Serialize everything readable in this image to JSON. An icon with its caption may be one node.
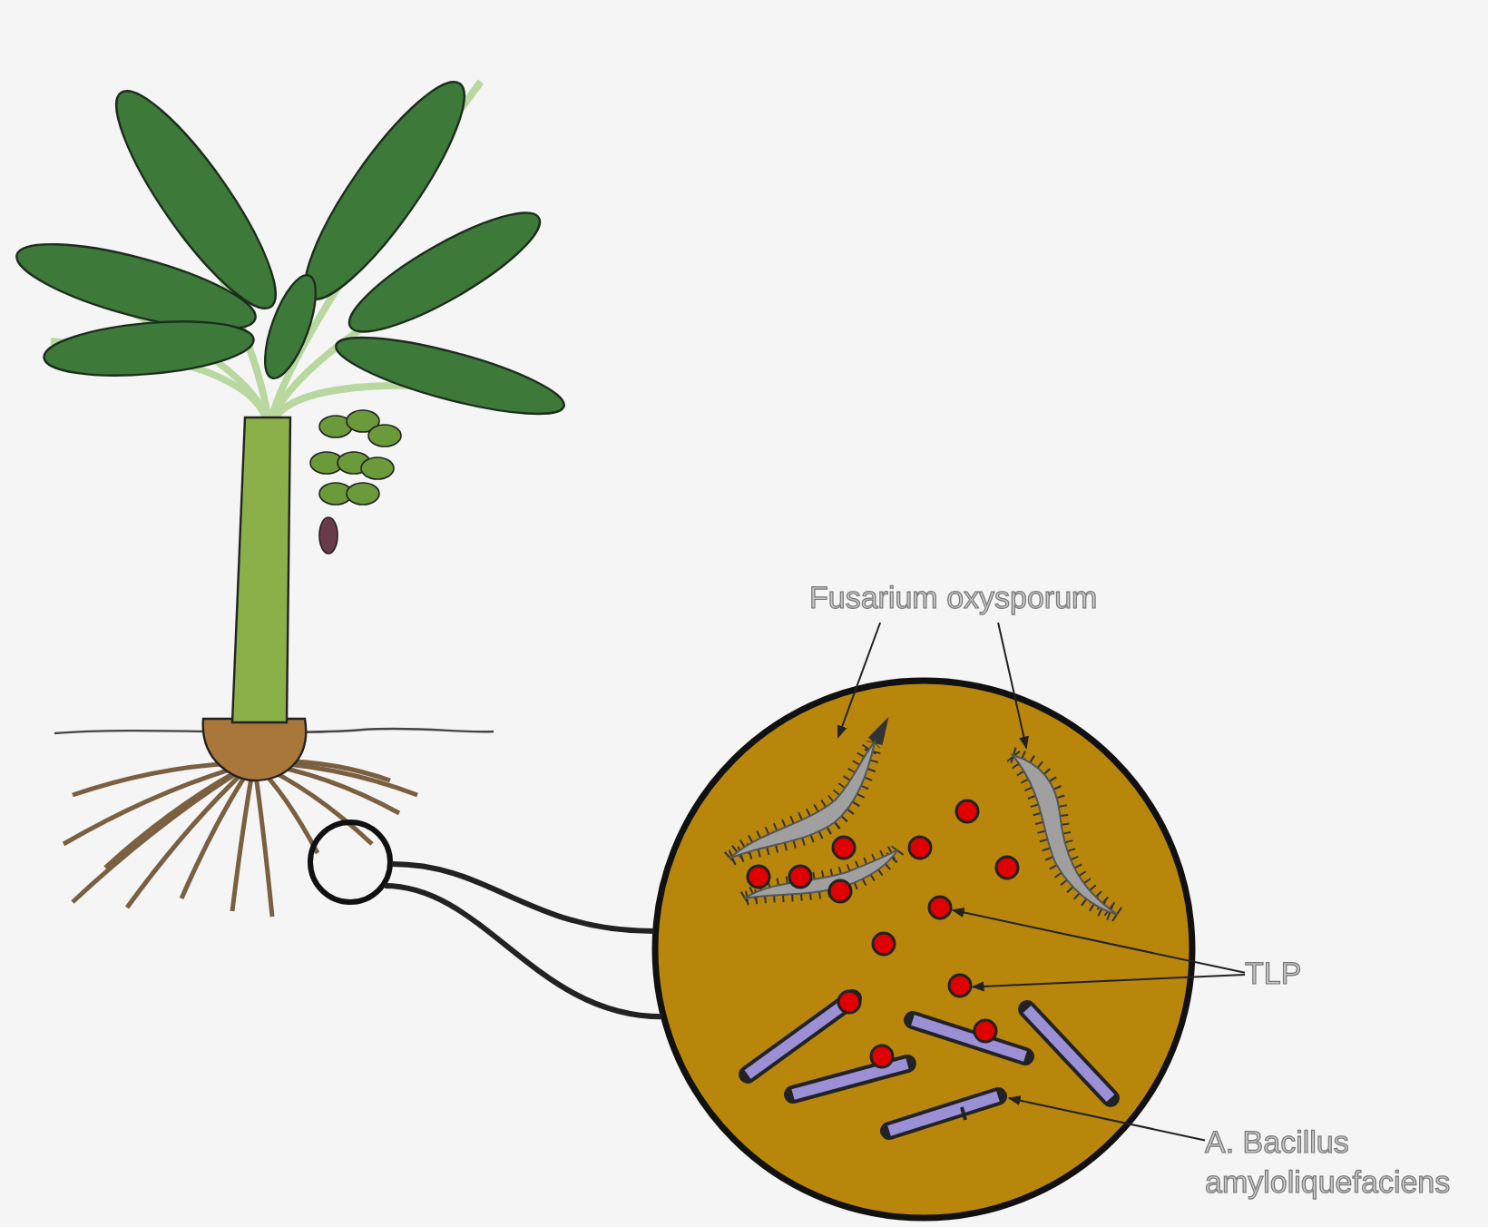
{
  "diagram": {
    "nodes": [
      {
        "text": [],
        "shape": "circle"
      },
      {
        "text": [],
        "shape": "circle"
      },
      {
        "text": [
          "Fusarium oxysporum"
        ]
      },
      {
        "text": [],
        "shape": "picture",
        "in": 1
      },
      {
        "text": [],
        "shape": "picture",
        "in": 1
      },
      {
        "text": [
          "TLP"
        ]
      },
      {
        "text": [
          "A. Bacillus amyloliquefaciens"
        ]
      },
      {
        "text": [],
        "shape": "picture",
        "in": 1
      },
      {
        "text": [],
        "shape": "circle",
        "in": 1
      },
      {
        "text": [],
        "shape": "circle",
        "in": 1
      }
    ],
    "edges": [
      {
        "from": 0,
        "to": 1,
        "arrow": "none",
        "style": "thick"
      },
      {
        "from": 0,
        "to": 1,
        "arrow": "none",
        "style": "thick"
      },
      {
        "from": 2,
        "to": 3,
        "arrow": "to"
      },
      {
        "from": 2,
        "to": 4,
        "arrow": "to"
      },
      {
        "from": 5,
        "to": 8,
        "arrow": "to"
      },
      {
        "from": 5,
        "to": 9,
        "arrow": "to"
      },
      {
        "from": 6,
        "to": 7,
        "arrow": "to"
      }
    ]
  }
}
